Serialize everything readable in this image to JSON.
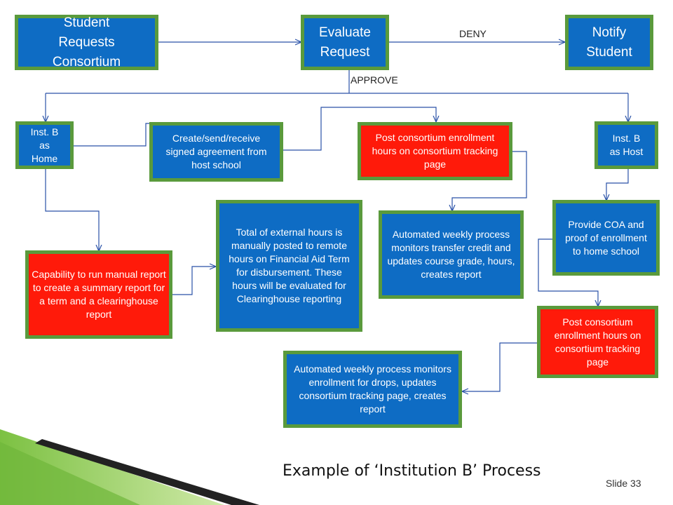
{
  "boxes": {
    "student_requests": "Student Requests Consortium",
    "evaluate_request": "Evaluate Request",
    "notify_student": "Notify Student",
    "inst_b_home": "Inst. B as Home",
    "create_send_receive": "Create/send/receive signed agreement from host school",
    "post_consortium_1": "Post consortium enrollment hours on consortium tracking page",
    "inst_b_host": "Inst. B as Host",
    "capability_report": "Capability to run manual report to create a summary report for a term and a clearinghouse report",
    "total_external_hours": "Total of external hours is manually posted to remote hours on Financial Aid Term for disbursement. These hours will be evaluated for Clearinghouse reporting",
    "automated_transfer": "Automated weekly process monitors transfer credit and updates course grade, hours, creates report",
    "provide_coa": "Provide COA and proof of enrollment to home school",
    "post_consortium_2": "Post consortium enrollment hours on consortium tracking page",
    "automated_drops": "Automated weekly process monitors enrollment for drops, updates consortium tracking page, creates report"
  },
  "labels": {
    "deny": "DENY",
    "approve": "APPROVE"
  },
  "caption": "Example of ‘Institution B’ Process",
  "slide_number": "Slide 33",
  "colors": {
    "blue_box": "#0e6cc4",
    "red_box": "#ff1a0a",
    "box_border": "#5a9a3c",
    "connector": "#2a52a8",
    "accent_green": "#7cc142"
  }
}
